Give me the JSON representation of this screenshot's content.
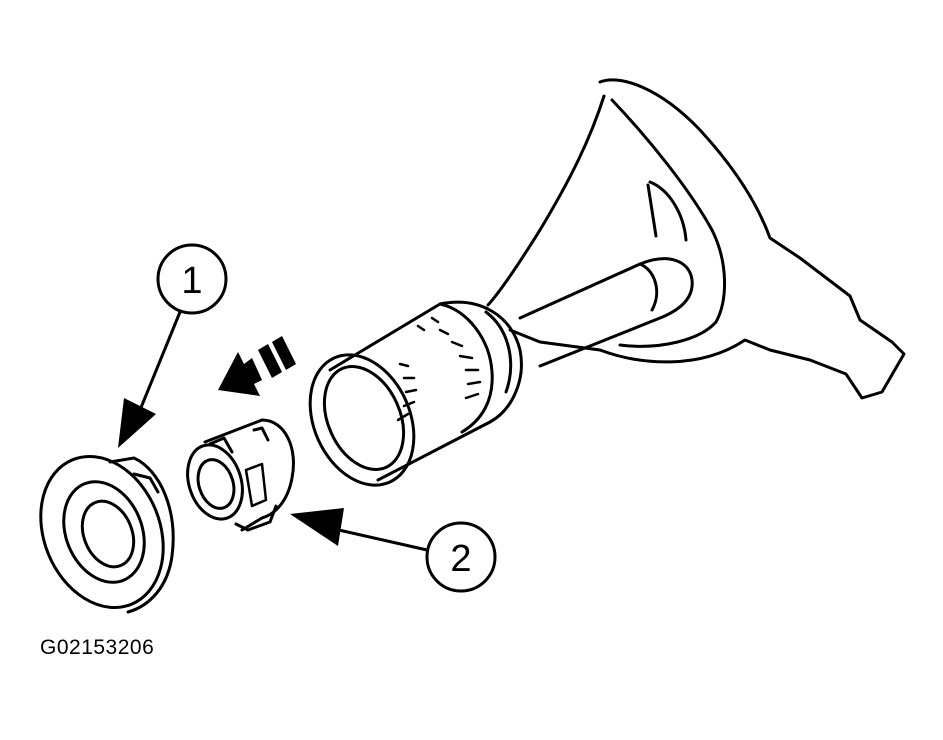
{
  "callouts": [
    {
      "number": "1"
    },
    {
      "number": "2"
    }
  ],
  "figure_id": "G02153206",
  "colors": {
    "ink": "#000000",
    "paper": "#ffffff"
  }
}
